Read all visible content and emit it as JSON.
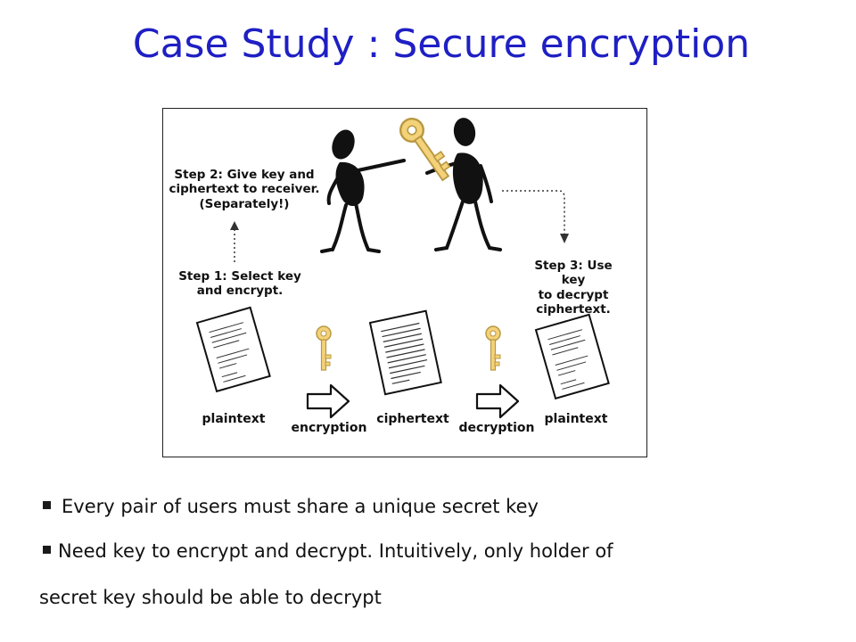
{
  "title": "Case Study : Secure encryption",
  "figure": {
    "step2": "Step 2: Give key and\nciphertext to receiver.\n(Separately!)",
    "step1": "Step 1: Select key\nand encrypt.",
    "step3": "Step 3: Use key\nto decrypt\nciphertext.",
    "labels": {
      "plaintext_left": "plaintext",
      "encryption": "encryption",
      "ciphertext": "ciphertext",
      "decryption": "decryption",
      "plaintext_right": "plaintext"
    }
  },
  "bullets": [
    "Every pair of users must share a unique secret key",
    "Need key to encrypt and decrypt. Intuitively, only holder of",
    "secret key should be able to decrypt"
  ],
  "colors": {
    "title": "#1f1fc4",
    "key": "#f4d27a",
    "key_outline": "#b99842"
  }
}
